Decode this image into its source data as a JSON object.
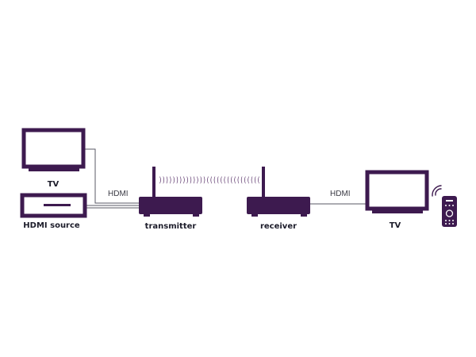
{
  "labels": {
    "tv_left": "TV",
    "hdmi_source": "HDMI source",
    "transmitter": "transmitter",
    "receiver": "receiver",
    "tv_right": "TV"
  },
  "cables": {
    "left": "HDMI",
    "right": "HDMI"
  },
  "signal_waves": "))))))))))))))((((((((((((((((",
  "colors": {
    "device": "#3d1a4f",
    "cable": "#5a5a66",
    "text": "#1c1c2a",
    "background": "#ffffff"
  },
  "icons": [
    "tv-icon",
    "hdmi-source-icon",
    "transmitter-icon",
    "receiver-icon",
    "tv-icon",
    "remote-control-icon",
    "wireless-signal-icon"
  ]
}
